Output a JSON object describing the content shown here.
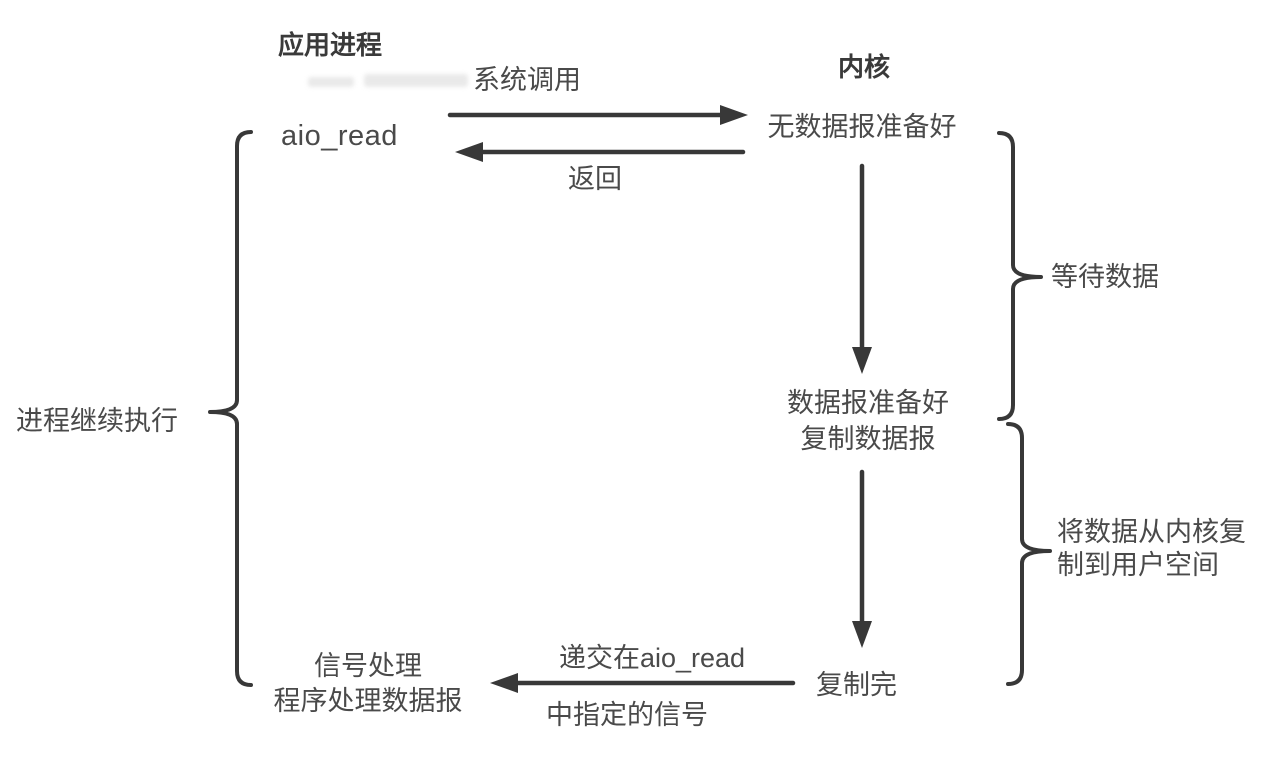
{
  "diagram": {
    "background": "#ffffff",
    "line_color": "#383838",
    "text_color": "#4a4a4a",
    "title_color": "#3a3a3a",
    "columns": {
      "app_process_title": "应用进程",
      "kernel_title": "内核"
    },
    "app_side": {
      "aio_read": "aio_read",
      "process_continues": "进程继续执行",
      "signal_handler": "信号处理\n程序处理数据报"
    },
    "kernel_side": {
      "no_datagram_ready": "无数据报准备好",
      "datagram_ready": "数据报准备好\n复制数据报",
      "copy_complete": "复制完"
    },
    "arrow_labels": {
      "system_call": "系统调用",
      "return_label": "返回",
      "deliver_signal_line1": "递交在aio_read",
      "deliver_signal_line2": "中指定的信号"
    },
    "brace_labels": {
      "wait_for_data": "等待数据",
      "copy_data_kernel_to_user": "将数据从内核复\n制到用户空间"
    }
  }
}
